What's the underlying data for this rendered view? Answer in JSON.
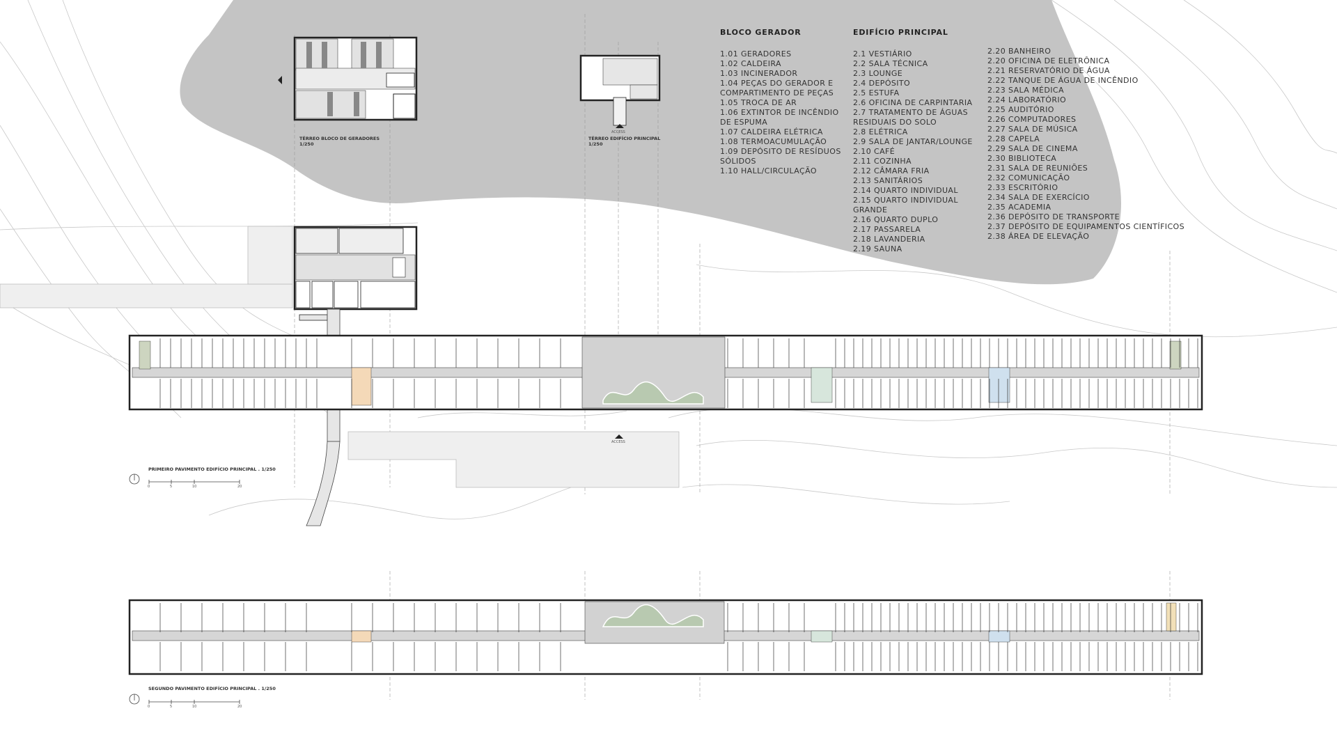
{
  "legend_gerador": {
    "title": "BLOCO GERADOR",
    "items": [
      "1.01 GERADORES",
      "1.02 CALDEIRA",
      "1.03 INCINERADOR",
      "1.04 PEÇAS DO GERADOR E COMPARTIMENTO DE PEÇAS",
      "1.05 TROCA DE AR",
      "1.06 EXTINTOR DE INCÊNDIO DE ESPUMA",
      "1.07 CALDEIRA ELÉTRICA",
      "1.08 TERMOACUMULAÇÃO",
      "1.09 DEPÓSITO DE RESÍDUOS SÓLIDOS",
      "1.10 HALL/CIRCULAÇÃO"
    ]
  },
  "legend_principal": {
    "title": "EDIFÍCIO PRINCIPAL",
    "col1": [
      "2.1 VESTIÁRIO",
      "2.2 SALA TÉCNICA",
      "2.3 LOUNGE",
      "2.4 DEPÓSITO",
      "2.5 ESTUFA",
      "2.6 OFICINA DE CARPINTARIA",
      "2.7 TRATAMENTO DE ÁGUAS RESIDUAIS DO SOLO",
      "2.8 ELÉTRICA",
      "2.9 SALA DE JANTAR/LOUNGE",
      "2.10 CAFÉ",
      "2.11 COZINHA",
      "2.12 CÂMARA FRIA",
      "2.13 SANITÁRIOS",
      "2.14 QUARTO INDIVIDUAL",
      "2.15 QUARTO INDIVIDUAL GRANDE",
      "2.16 QUARTO DUPLO",
      "2.17 PASSARELA",
      "2.18 LAVANDERIA",
      "2.19 SAUNA"
    ],
    "col2": [
      "2.20 BANHEIRO",
      "2.20 OFICINA DE ELETRÔNICA",
      "2.21 RESERVATÓRIO DE ÁGUA",
      "2.22 TANQUE DE ÁGUA DE INCÊNDIO",
      "2.23 SALA MÉDICA",
      "2.24 LABORATÓRIO",
      "2.25 AUDITÓRIO",
      "2.26 COMPUTADORES",
      "2.27 SALA DE MÚSICA",
      "2.28 CAPELA",
      "2.29 SALA DE CINEMA",
      "2.30 BIBLIOTECA",
      "2.31 SALA DE REUNIÕES",
      "2.32 COMUNICAÇÃO",
      "2.33 ESCRITÓRIO",
      "2.34 SALA DE EXERCÍCIO",
      "2.35 ACADEMIA",
      "2.36 DEPÓSITO DE TRANSPORTE",
      "2.37 DEPÓSITO DE EQUIPAMENTOS CIENTÍFICOS",
      "2.38 ÁREA DE ELEVAÇÃO"
    ]
  },
  "titles": {
    "terreo_gerador": "TÉRREO BLOCO DE GERADORES",
    "terreo_gerador_scale": "1/250",
    "terreo_principal": "TÉRREO EDIFÍCIO PRINCIPAL",
    "terreo_principal_scale": "1/250",
    "primeiro": "PRIMEIRO PAVIMENTO EDIFÍCIO PRINCIPAL  .  1/250",
    "segundo": "SEGUNDO PAVIMENTO EDIFÍCIO PRINCIPAL  .  1/250"
  },
  "access_label": "ACCESS",
  "scale_bar": [
    "0",
    "5",
    "10",
    "20"
  ]
}
